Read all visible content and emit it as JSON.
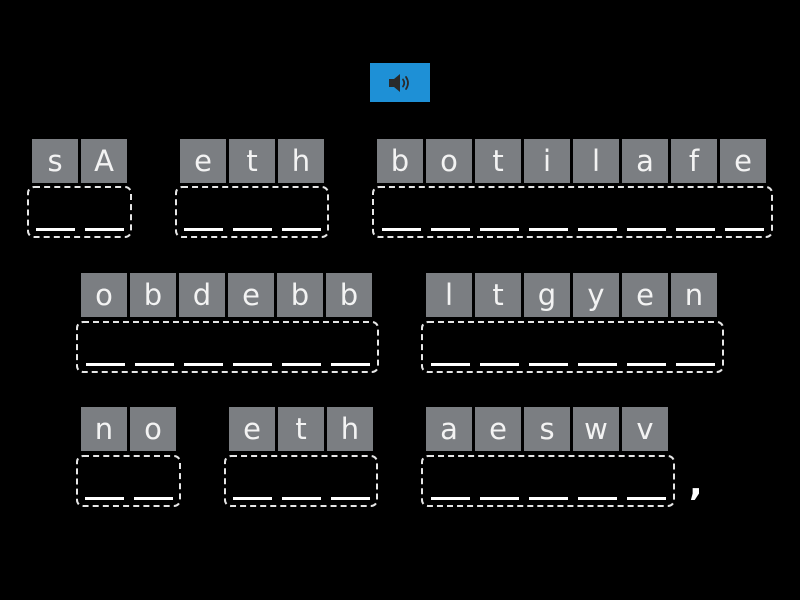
{
  "audio_button": {
    "icon": "speaker-icon",
    "color": "#1e90d6"
  },
  "words": [
    {
      "letters": [
        "s",
        "A"
      ]
    },
    {
      "letters": [
        "e",
        "t",
        "h"
      ]
    },
    {
      "letters": [
        "b",
        "o",
        "t",
        "i",
        "l",
        "a",
        "f",
        "e"
      ]
    },
    {
      "letters": [
        "o",
        "b",
        "d",
        "e",
        "b",
        "b"
      ]
    },
    {
      "letters": [
        "l",
        "t",
        "g",
        "y",
        "e",
        "n"
      ]
    },
    {
      "letters": [
        "n",
        "o"
      ]
    },
    {
      "letters": [
        "e",
        "t",
        "h"
      ]
    },
    {
      "letters": [
        "a",
        "e",
        "s",
        "w",
        "v"
      ]
    }
  ],
  "punctuation": ","
}
